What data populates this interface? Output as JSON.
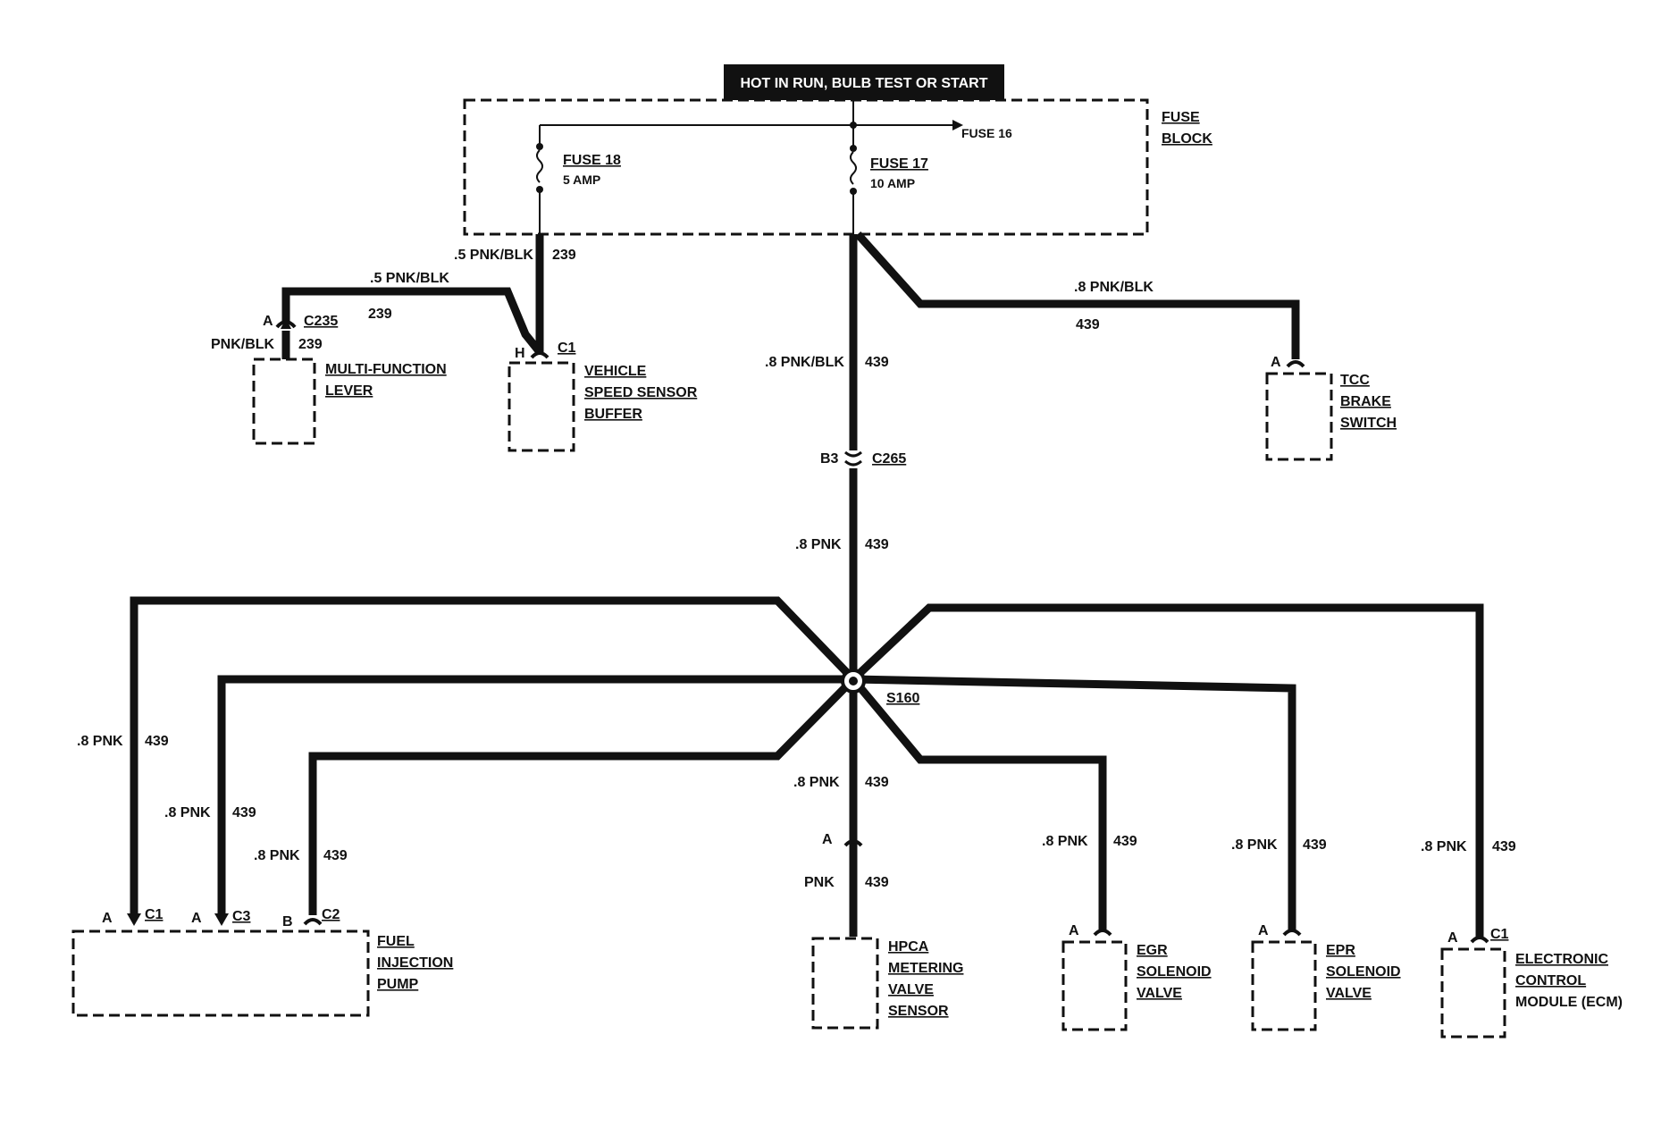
{
  "header": {
    "power_label": "HOT IN RUN, BULB TEST OR START"
  },
  "fuse_block": {
    "label_line1": "FUSE",
    "label_line2": "BLOCK",
    "fuse16_label": "FUSE 16",
    "fuse18_name": "FUSE 18",
    "fuse18_rating": "5 AMP",
    "fuse17_name": "FUSE 17",
    "fuse17_rating": "10 AMP"
  },
  "wires": {
    "w_fuse18_gauge": ".5 PNK/BLK",
    "w_fuse18_circuit": "239",
    "w_mfl_gauge": ".5 PNK/BLK",
    "w_mfl_circuit": "239",
    "w_mfl_drop_gauge": "PNK/BLK",
    "w_mfl_drop_circuit": "239",
    "w_main_gauge": ".8 PNK/BLK",
    "w_main_circuit": "439",
    "w_tcc_gauge": ".8 PNK/BLK",
    "w_tcc_circuit": "439",
    "w_lower_main_gauge": ".8 PNK",
    "w_lower_main_circuit": "439",
    "w_pump_c1_gauge": ".8 PNK",
    "w_pump_c1_circuit": "439",
    "w_pump_c3_gauge": ".8 PNK",
    "w_pump_c3_circuit": "439",
    "w_pump_c2_gauge": ".8 PNK",
    "w_pump_c2_circuit": "439",
    "w_hpca_gauge": ".8 PNK",
    "w_hpca_circuit": "439",
    "w_hpca_drop_gauge": "PNK",
    "w_hpca_drop_circuit": "439",
    "w_egr_gauge": ".8 PNK",
    "w_egr_circuit": "439",
    "w_epr_gauge": ".8 PNK",
    "w_epr_circuit": "439",
    "w_ecm_gauge": ".8 PNK",
    "w_ecm_circuit": "439"
  },
  "connectors": {
    "c235_pin": "A",
    "c235_name": "C235",
    "vss_pin": "H",
    "vss_name": "C1",
    "c265_pin": "B3",
    "c265_name": "C265",
    "tcc_pin": "A",
    "pump_c1_pin": "A",
    "pump_c1_name": "C1",
    "pump_c3_pin": "A",
    "pump_c3_name": "C3",
    "pump_c2_pin": "B",
    "pump_c2_name": "C2",
    "hpca_pin": "A",
    "egr_pin": "A",
    "epr_pin": "A",
    "ecm_pin": "A",
    "ecm_name": "C1"
  },
  "splice": {
    "name": "S160"
  },
  "components": {
    "mfl": [
      "MULTI-FUNCTION",
      "LEVER"
    ],
    "vss": [
      "VEHICLE",
      "SPEED SENSOR",
      "BUFFER"
    ],
    "tcc": [
      "TCC",
      "BRAKE",
      "SWITCH"
    ],
    "pump": [
      "FUEL",
      "INJECTION",
      "PUMP"
    ],
    "hpca": [
      "HPCA",
      "METERING",
      "VALVE",
      "SENSOR"
    ],
    "egr": [
      "EGR",
      "SOLENOID",
      "VALVE"
    ],
    "epr": [
      "EPR",
      "SOLENOID",
      "VALVE"
    ],
    "ecm": [
      "ELECTRONIC",
      "CONTROL",
      "MODULE (ECM)"
    ]
  },
  "colors": {
    "ink": "#111111",
    "background": "#ffffff"
  }
}
